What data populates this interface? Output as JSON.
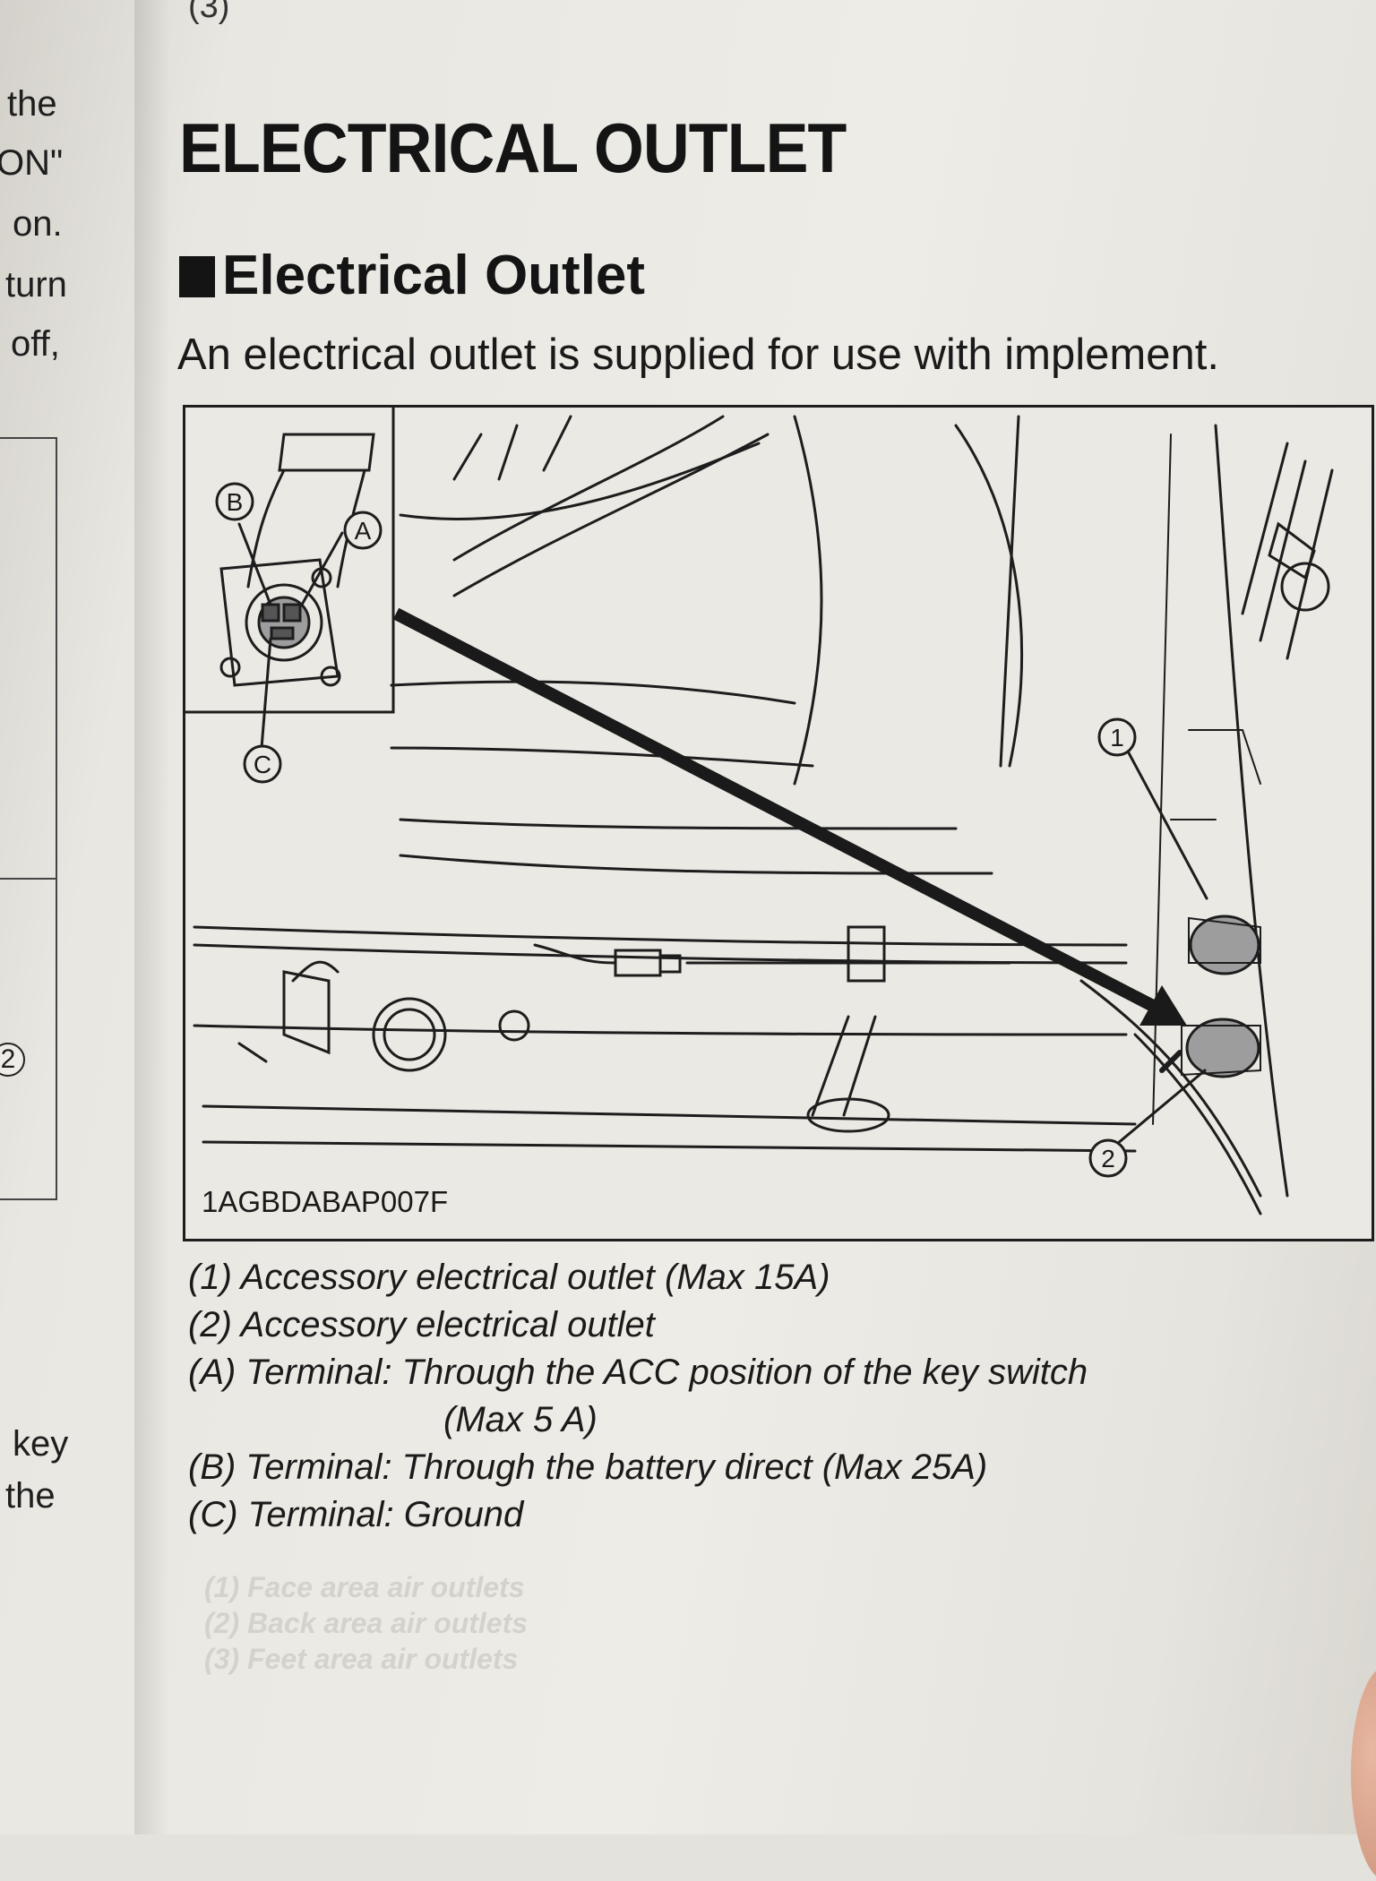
{
  "left_page_fragments": [
    "the",
    "ON\"",
    "on.",
    "turn",
    "off,",
    "2",
    "key",
    "the"
  ],
  "top_page_fragment": "(3)",
  "section_title": "ELECTRICAL OUTLET",
  "subheading": "Electrical Outlet",
  "intro_text": "An electrical outlet is supplied for use with implement.",
  "figure": {
    "code": "1AGBDABAP007F",
    "callouts": [
      "B",
      "A",
      "C",
      "1",
      "2"
    ]
  },
  "legend": [
    "(1) Accessory electrical outlet (Max 15A)",
    "(2) Accessory electrical outlet",
    "(A) Terminal: Through the ACC position of the key switch",
    "(Max 5 A)",
    "(B) Terminal: Through the battery direct (Max 25A)",
    "(C) Terminal: Ground"
  ],
  "bleed_through": [
    "(1) Face area air outlets",
    "(2) Back area air outlets",
    "(3) Feet area air outlets"
  ]
}
